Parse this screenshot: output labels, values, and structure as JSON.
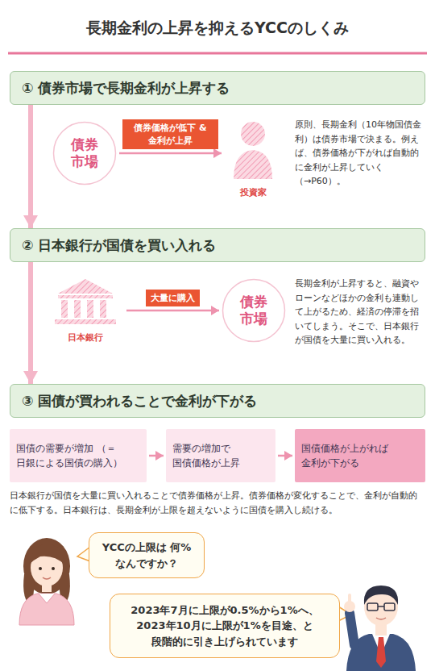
{
  "diagram": {
    "title": "長期金利の上昇を抑えるYCCのしくみ",
    "nodes": [
      {
        "text": [
          "① 債券市場で長期金利が上昇する"
        ]
      },
      {
        "text": [
          "債券 市場"
        ]
      },
      {
        "text": [
          "投資家"
        ]
      },
      {
        "text": [
          "② 日本銀行が国債を買い入れる"
        ]
      },
      {
        "text": [
          "日本銀行"
        ]
      },
      {
        "text": [
          "債券 市場"
        ]
      },
      {
        "text": [
          "③ 国債が買われることで金利が下がる"
        ]
      },
      {
        "text": [
          "国債の需要が増加 （＝日銀による国債の購入）"
        ]
      },
      {
        "text": [
          "需要の増加で 国債価格が上昇"
        ]
      },
      {
        "text": [
          "国債価格が上がれば 金利が下がる"
        ]
      },
      {
        "text": [
          "YCCの上限は 何%なんですか？"
        ]
      },
      {
        "text": [
          "2023年7月に上限が0.5%から1%へ、 2023年10月に上限が1%を目途、と 段階的に引き上げられています"
        ]
      }
    ],
    "edges": [
      {
        "from": 0,
        "to": 3,
        "arrow": "to"
      },
      {
        "from": 3,
        "to": 6,
        "arrow": "to"
      },
      {
        "from": 1,
        "to": 2,
        "label": "債券価格が低下 &金利が上昇",
        "arrow": "to"
      },
      {
        "from": 4,
        "to": 5,
        "label": "大量に購入",
        "arrow": "to"
      },
      {
        "from": 7,
        "to": 8,
        "arrow": "to"
      },
      {
        "from": 8,
        "to": 9,
        "arrow": "to"
      }
    ],
    "labels": [
      "原則、長期金利（10年物国債金利）は債券市場で決まる。例えば、債券価格が下がれば自動的に金利が上昇していく（→P60）。",
      "長期金利が上昇すると、融資やローンなどほかの金利も連動して上がるため、経済の停滞を招いてしまう。そこで、日本銀行が国債を大量に買い入れる。",
      "日本銀行が国債を大量に買い入れることで債券価格が上昇。債券価格が変化することで、金利が自動的に低下する。日本銀行は、長期金利が上限を超えないように国債を購入し続ける。"
    ]
  }
}
